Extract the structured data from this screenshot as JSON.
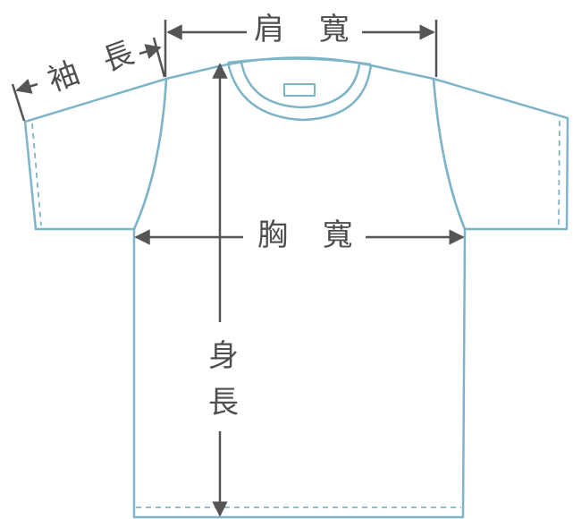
{
  "diagram": {
    "garment": "t-shirt",
    "colors": {
      "outline": "#7db4c8",
      "measure_line": "#555555",
      "text": "#4f4f4f",
      "background": "#ffffff"
    },
    "labels": {
      "shoulder_width": "肩 寬",
      "chest_width": "胸 寬",
      "body_length": "身長",
      "sleeve_length": "袖 長"
    }
  }
}
